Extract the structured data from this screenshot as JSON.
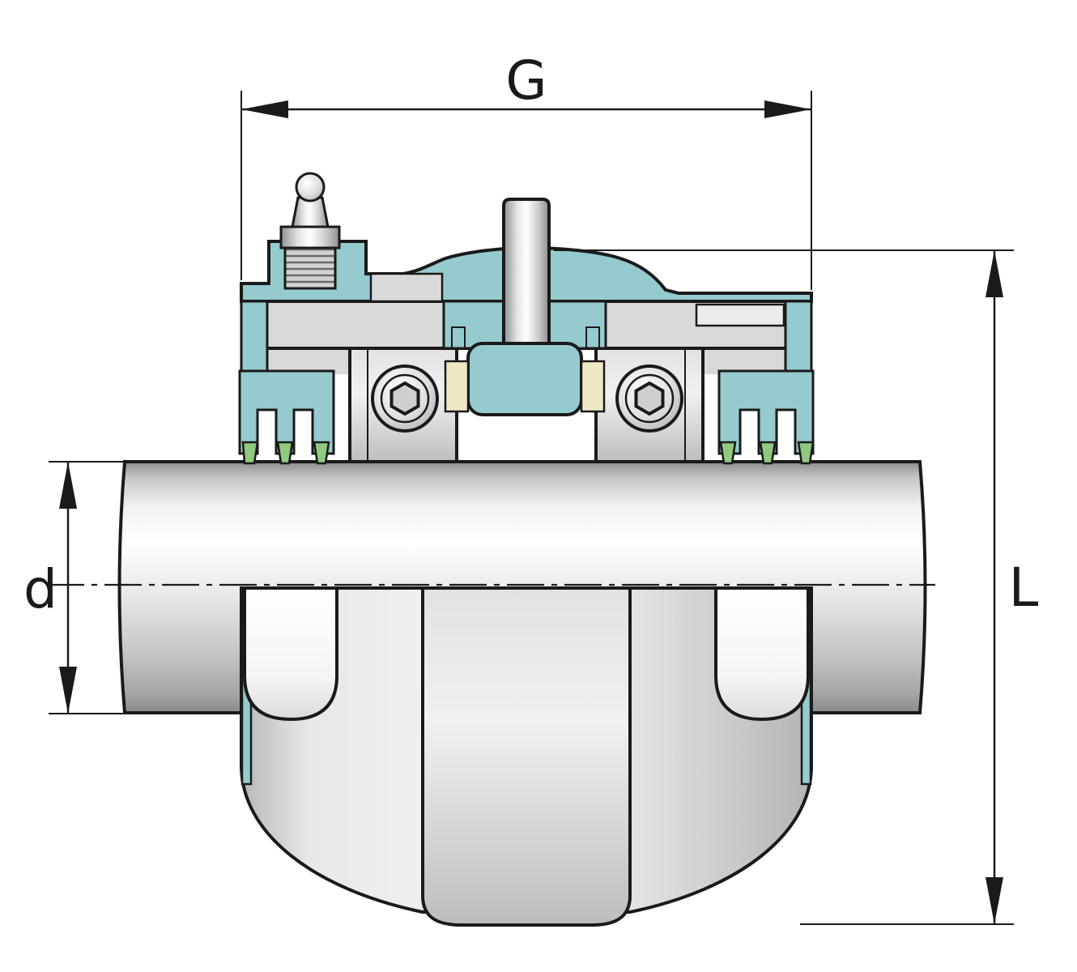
{
  "diagram": {
    "dimension_labels": {
      "width": "G",
      "height": "L",
      "shaft_diameter": "d"
    },
    "colors": {
      "cut_teal": "#95CBCE",
      "cage_cream": "#EFE8C5",
      "seal_green": "#90C97F",
      "metal_light": "#D9D9D9",
      "outline": "#1A1A1A",
      "background": "#FFFFFF"
    }
  }
}
